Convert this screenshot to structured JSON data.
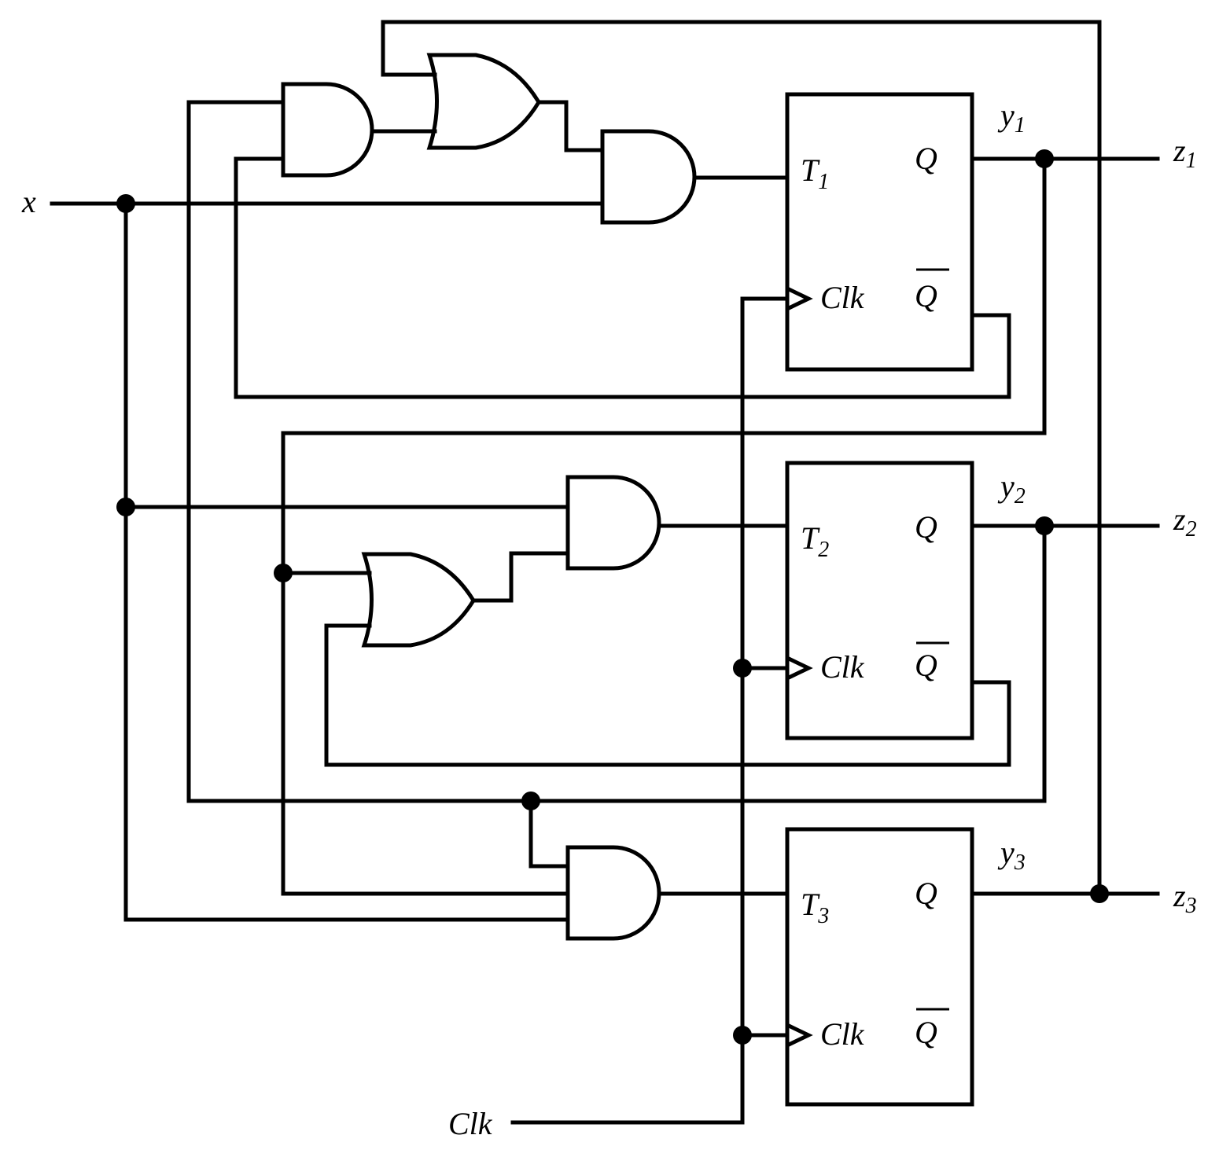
{
  "inputs": {
    "x": "x",
    "clk": "Clk"
  },
  "flipflops": [
    {
      "t_name": "T",
      "t_sub": "1",
      "q": "Q",
      "qbar": "Q",
      "clk": "Clk",
      "y_name": "y",
      "y_sub": "1"
    },
    {
      "t_name": "T",
      "t_sub": "2",
      "q": "Q",
      "qbar": "Q",
      "clk": "Clk",
      "y_name": "y",
      "y_sub": "2"
    },
    {
      "t_name": "T",
      "t_sub": "3",
      "q": "Q",
      "qbar": "Q",
      "clk": "Clk",
      "y_name": "y",
      "y_sub": "3"
    }
  ],
  "outputs": [
    {
      "name": "z",
      "sub": "1"
    },
    {
      "name": "z",
      "sub": "2"
    },
    {
      "name": "z",
      "sub": "3"
    }
  ]
}
